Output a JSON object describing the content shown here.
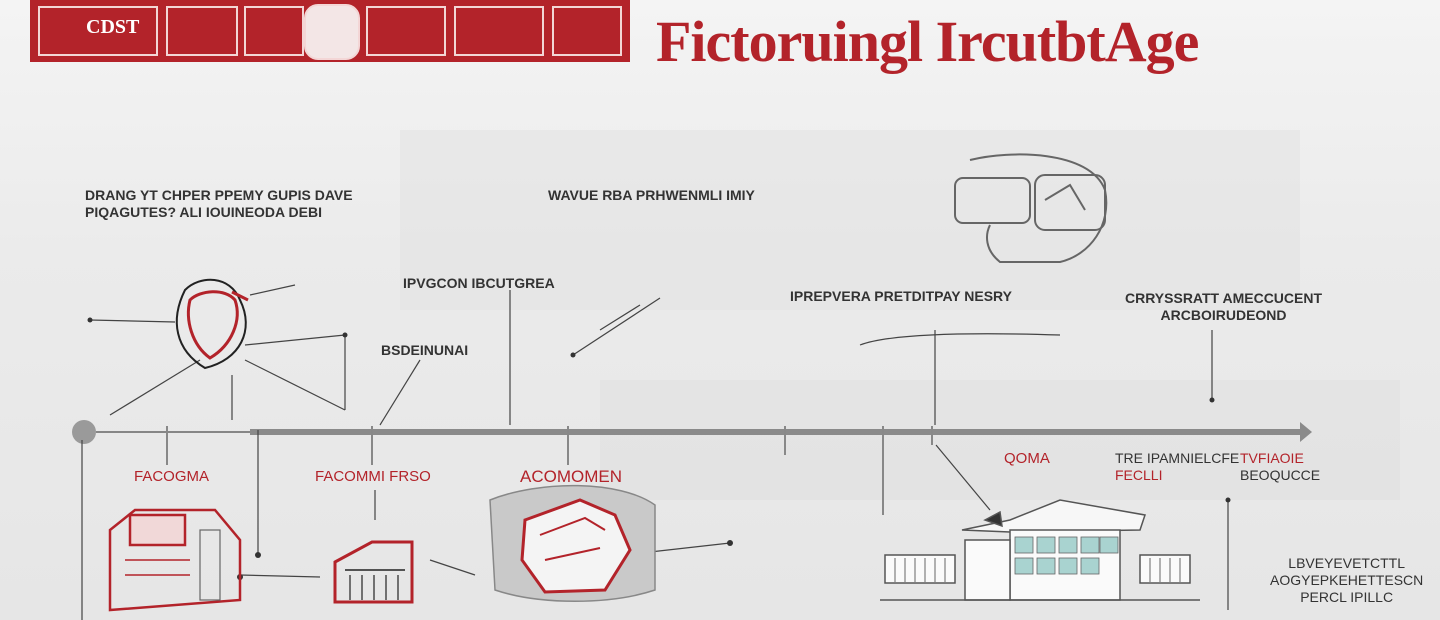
{
  "header": {
    "banner_text": "CDST",
    "title": "Fictoruingl IrcutbtAge"
  },
  "labels": {
    "top_left_line1": "DRANG YT CHPER PPEMY GUPIS DAVE",
    "top_left_line2": "PIQAGUTES? ALI IOUINEODA DEBI",
    "top_center": "WAVUE RBA PRHWENMLI IMIY",
    "mid_left": "IPVGCON IBCUTGREA",
    "mid_left_sub": "BSDEINUNAI",
    "mid_right": "IPREPVERA PRETDITPAY NESRY",
    "right_line1": "CRRYSSRATT AMECCUCENT",
    "right_line2": "ARCBOIRUDEOND",
    "bottom_1": "FACOGMA",
    "bottom_2": "FACOMMI FRSO",
    "bottom_3": "ACOMOMEN",
    "bottom_4": "QOMA",
    "bottom_5_line1": "TRE IPAMNIELCFE",
    "bottom_5_line2": "FECLLI",
    "bottom_6_line1": "TVFIAOIE",
    "bottom_6_line2": "BEOQUCCE",
    "bottom_7_line1": "LBVEYEVETCTTL",
    "bottom_7_line2": "AOGYEPKEHETTESCN",
    "bottom_7_line3": "PERCL IPILLC"
  },
  "colors": {
    "accent": "#b3232a",
    "timeline": "#8a8a8a",
    "line": "#444444",
    "teal_window": "#a9d3d0"
  }
}
